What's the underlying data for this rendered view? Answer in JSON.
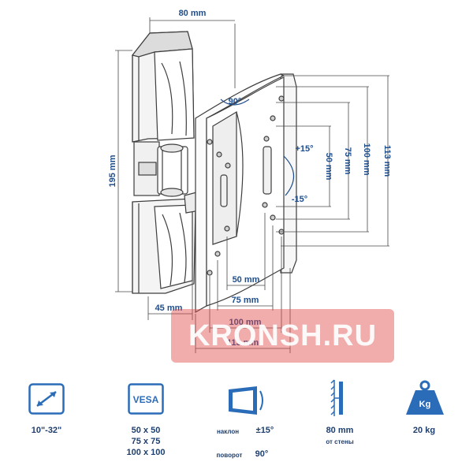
{
  "dimensions": {
    "arm_width": "80 mm",
    "arm_height": "195 mm",
    "wall_offset": "45 mm",
    "swivel": "90°",
    "tilt_up": "+15°",
    "tilt_down": "-15°",
    "vert_50": "50 mm",
    "vert_75": "75 mm",
    "vert_100": "100 mm",
    "vert_113": "113 mm",
    "horiz_50": "50 mm",
    "horiz_75": "75 mm",
    "horiz_100": "100 mm",
    "horiz_113": "113 mm"
  },
  "watermark": {
    "text": "KRONSH.RU"
  },
  "specs": {
    "screen_size": {
      "icon": "diagonal-arrow-icon",
      "label": "10\"-32\""
    },
    "vesa": {
      "icon": "vesa-icon",
      "badge": "VESA",
      "lines": [
        "50 x 50",
        "75 x 75",
        "100 x 100"
      ]
    },
    "motion": {
      "icon": "tilt-screen-icon",
      "tilt_label": "наклон",
      "tilt_value": "±15°",
      "swivel_label": "поворот",
      "swivel_value": "90°"
    },
    "wall_distance": {
      "icon": "wall-distance-icon",
      "value": "80 mm",
      "caption": "от стены"
    },
    "max_load": {
      "icon": "weight-icon",
      "badge": "Kg",
      "value": "20 kg"
    }
  },
  "colors": {
    "primary": "#1f4e8c",
    "icon": "#2b6cb8",
    "line": "#3d3d3d",
    "watermark": "#e14646"
  }
}
